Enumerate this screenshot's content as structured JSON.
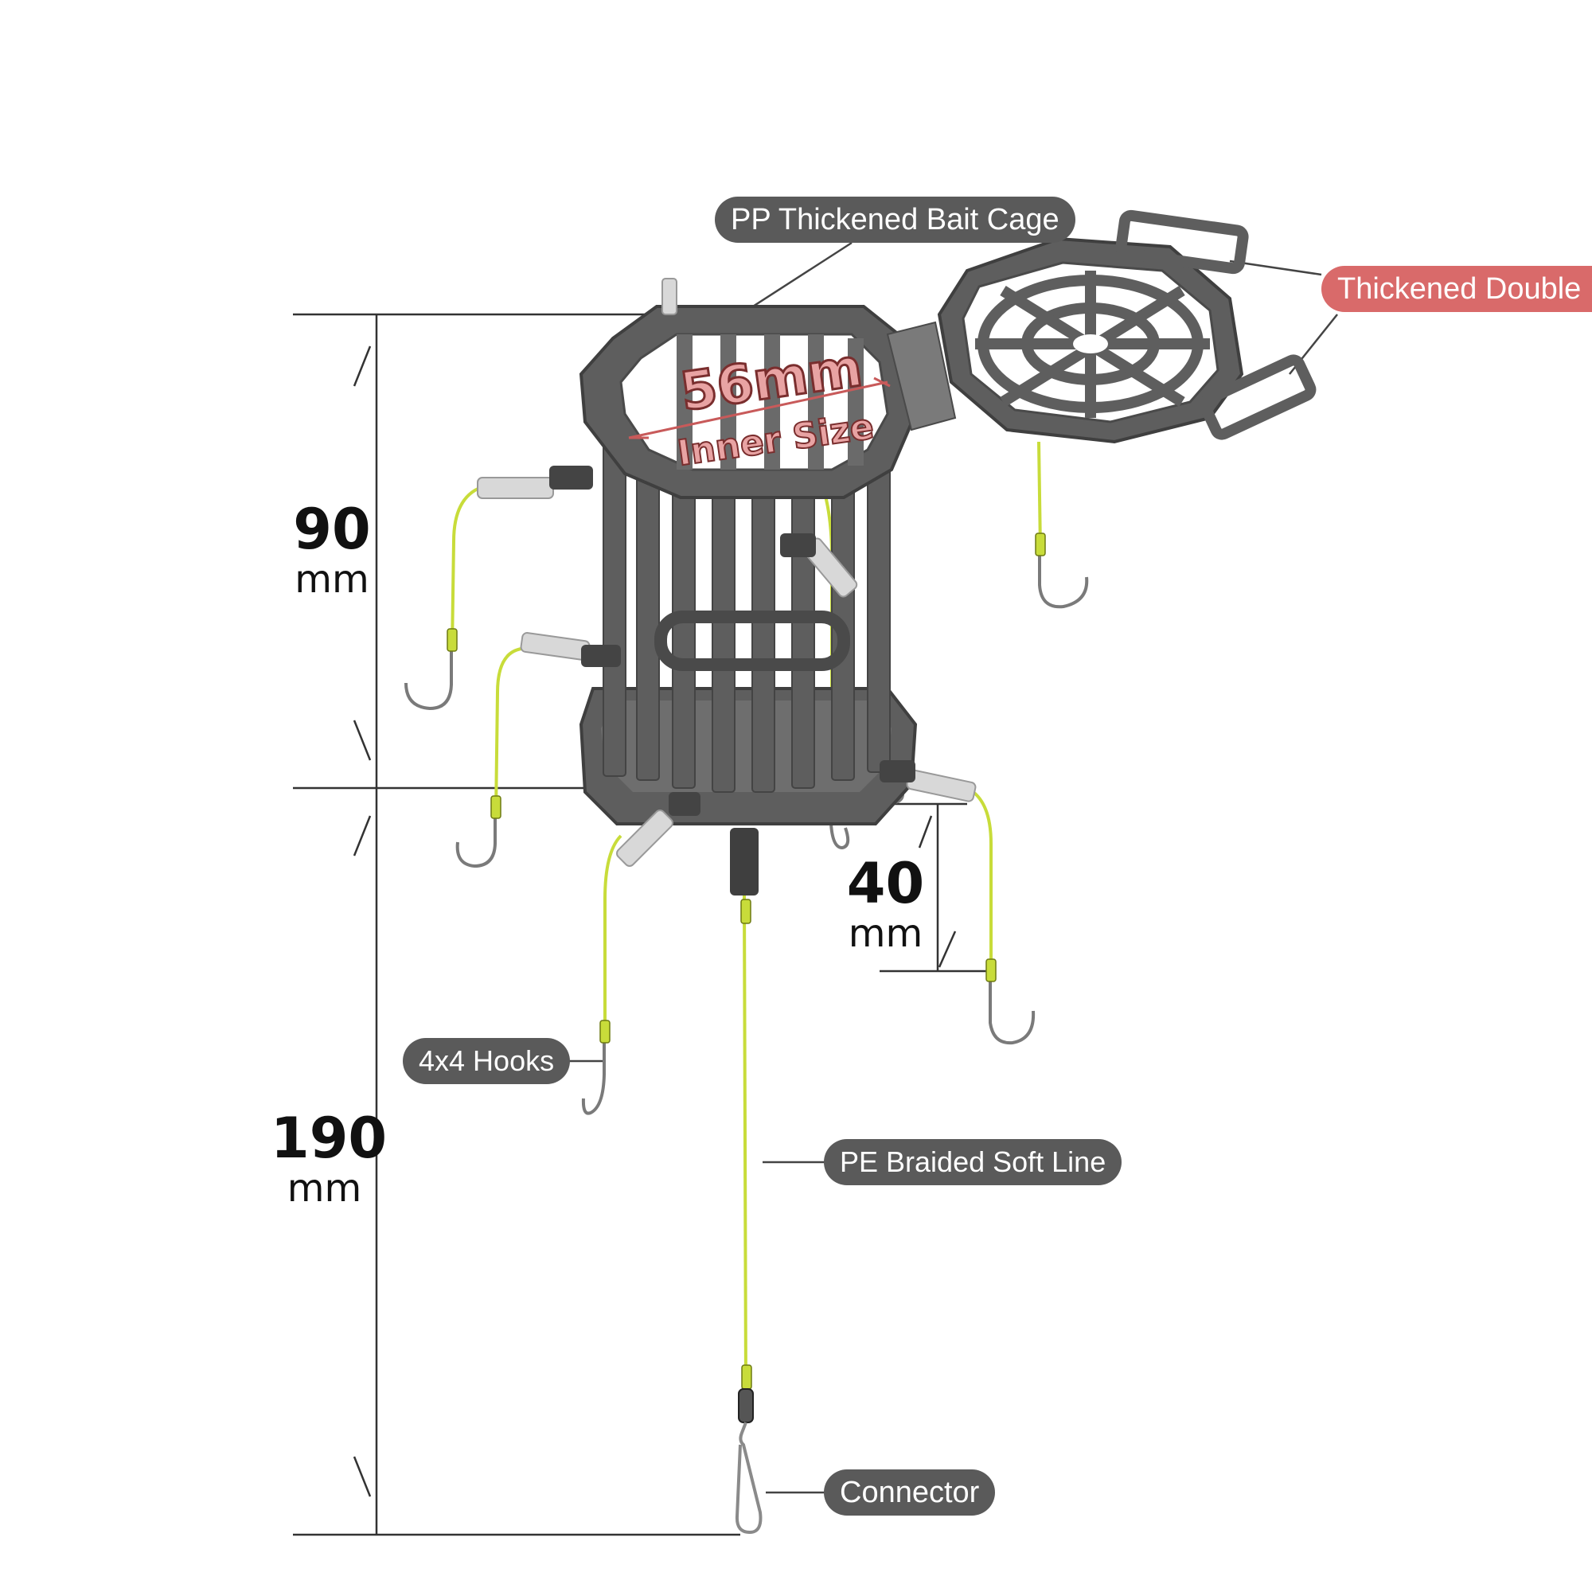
{
  "labels": {
    "bait_cage": "PP Thickened Bait Cage",
    "double_buckle": "Thickened Double B",
    "hooks": "4x4 Hooks",
    "line": "PE Braided Soft Line",
    "connector": "Connector"
  },
  "dimensions": {
    "cage_height": {
      "value": "90",
      "unit": "mm"
    },
    "line_length": {
      "value": "190",
      "unit": "mm"
    },
    "hook_drop": {
      "value": "40",
      "unit": "mm"
    },
    "inner": {
      "value": "56mm",
      "caption": "Inner Size"
    }
  },
  "colors": {
    "cage": "#5e5e5e",
    "cage_dark": "#3f3f3f",
    "line": "#c8dc3a",
    "hook": "#7a7a7a",
    "pill": "#5a5a5a",
    "pill_accent": "#d96a6a",
    "dimension_line": "#333333"
  }
}
